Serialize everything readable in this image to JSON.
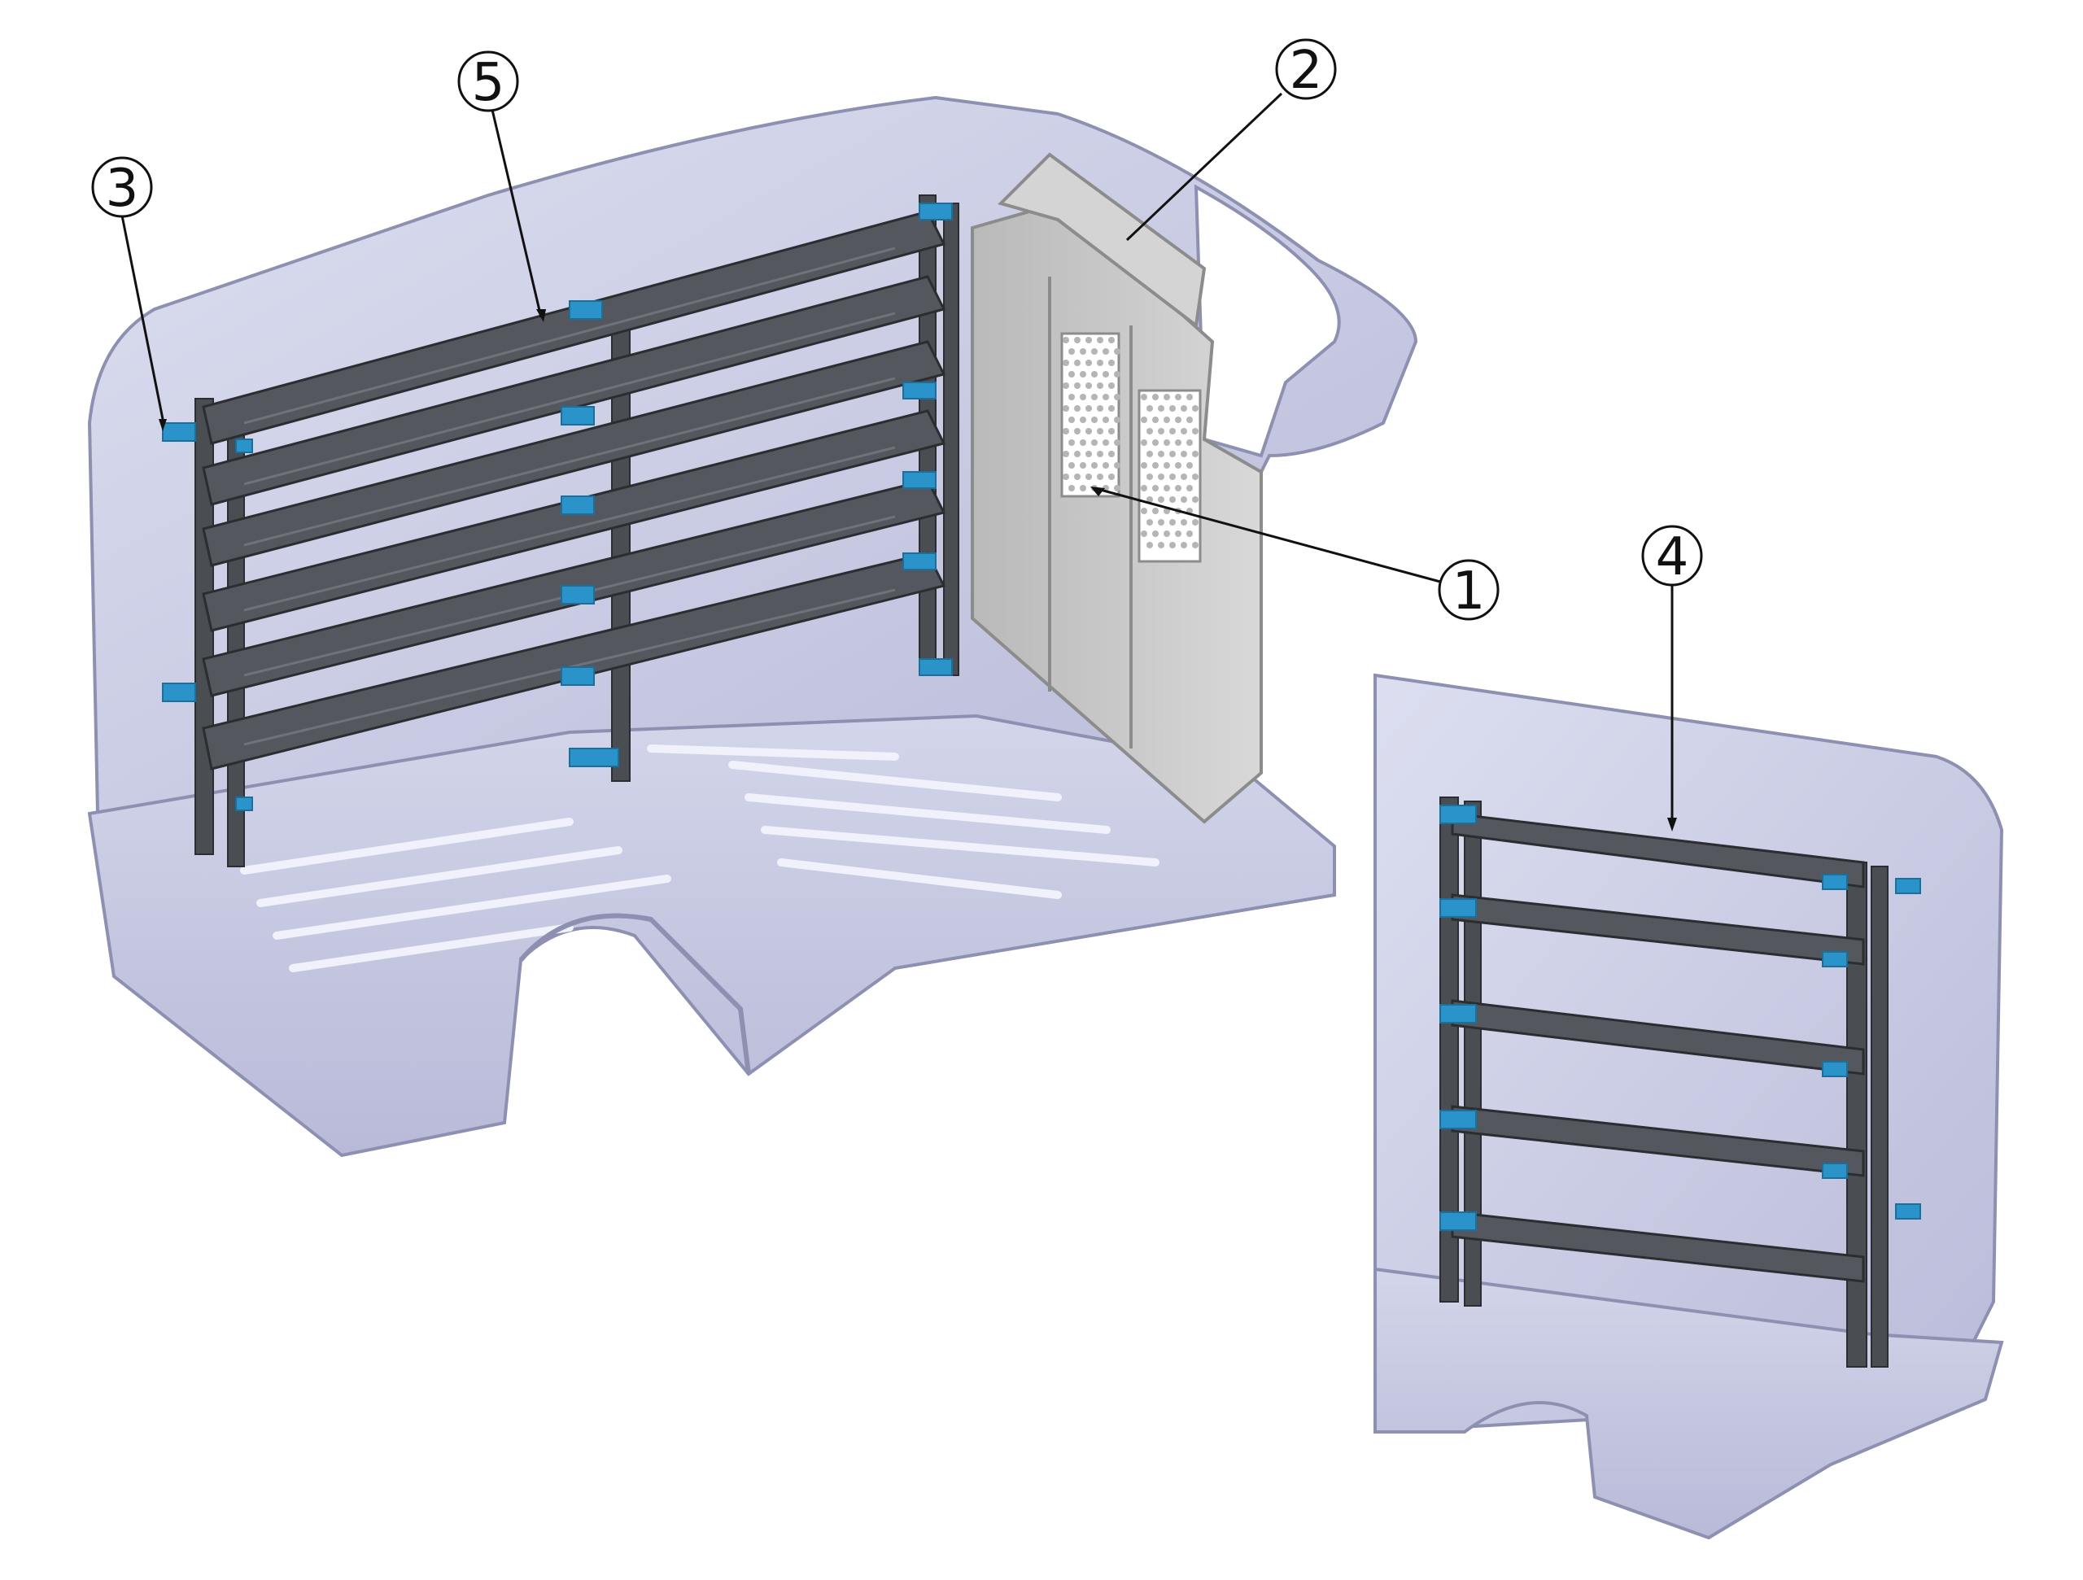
{
  "callouts": [
    {
      "id": "1",
      "label": "1"
    },
    {
      "id": "2",
      "label": "2"
    },
    {
      "id": "3",
      "label": "3"
    },
    {
      "id": "4",
      "label": "4"
    },
    {
      "id": "5",
      "label": "5"
    }
  ],
  "colors": {
    "van_body": "#c9cbe4",
    "van_edge": "#8e90b2",
    "van_shadow": "#a9abcc",
    "shelf_dark": "#4a4d52",
    "shelf_edge": "#2b2d31",
    "bracket_blue": "#2a93c9",
    "partition": "#c7c7c7",
    "partition_edge": "#8c8c8c",
    "callout_stroke": "#111111"
  },
  "icons": {
    "van_interior_main": "van-cargo-interior",
    "van_interior_detail": "van-rear-wall-detail"
  }
}
